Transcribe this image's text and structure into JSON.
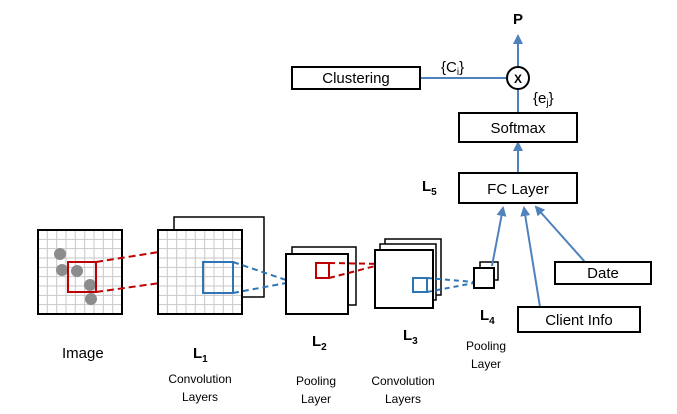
{
  "boxes": {
    "clustering": "Clustering",
    "softmax": "Softmax",
    "fc_layer": "FC Layer",
    "date": "Date",
    "client_info": "Client Info"
  },
  "output": {
    "p": "P",
    "x": "X",
    "ci_prefix": "{C",
    "ci_sub": "i",
    "ci_suffix": "}",
    "ej_prefix": "{e",
    "ej_sub": "j",
    "ej_suffix": "}"
  },
  "layers": {
    "image": "Image",
    "l1_main": "L",
    "l1_sub": "1",
    "l2_main": "L",
    "l2_sub": "2",
    "l3_main": "L",
    "l3_sub": "3",
    "l4_main": "L",
    "l4_sub": "4",
    "l5_main": "L",
    "l5_sub": "5"
  },
  "captions": {
    "conv1_line1": "Convolution",
    "conv1_line2": "Layers",
    "pool1_line1": "Pooling",
    "pool1_line2": "Layer",
    "conv2_line1": "Convolution",
    "conv2_line2": "Layers",
    "pool2_line1": "Pooling",
    "pool2_line2": "Layer"
  },
  "colors": {
    "arrow_blue": "#4f81bd",
    "red": "#c00000",
    "blue": "#2e75b6",
    "grid": "#c8c8c8",
    "dot": "#8c8c8c"
  }
}
